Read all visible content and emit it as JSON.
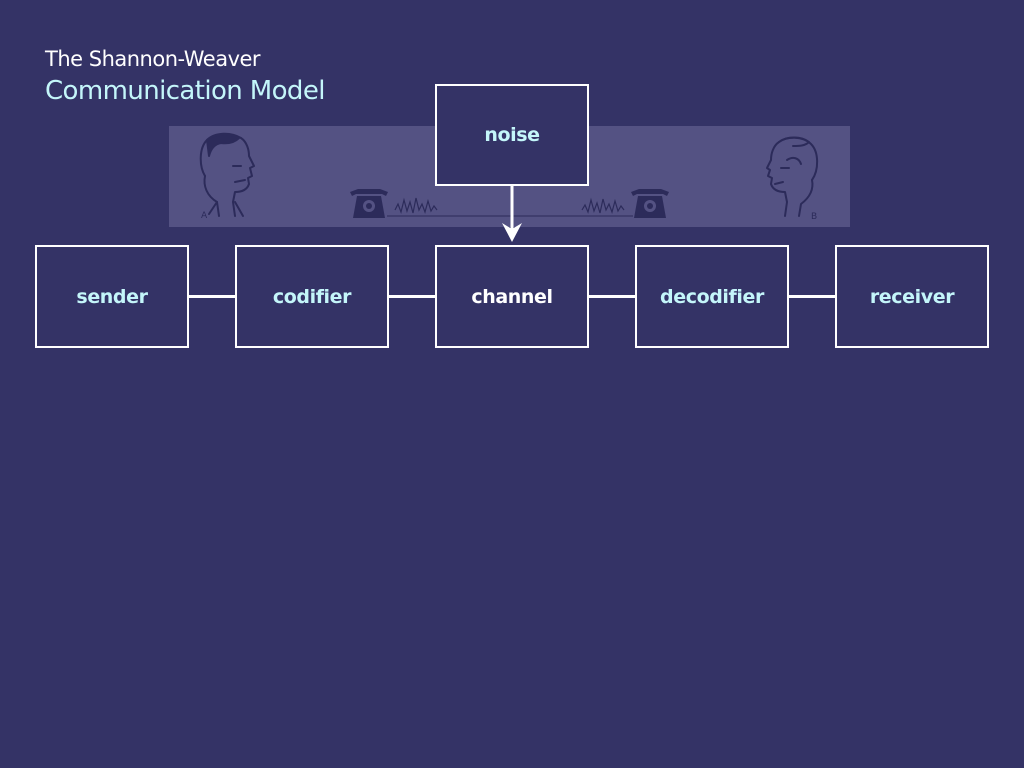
{
  "title": {
    "line1": "The Shannon-Weaver",
    "line2": "Communication Model"
  },
  "illustration": {
    "label_a": "A",
    "label_b": "B"
  },
  "noise": {
    "label": "noise"
  },
  "chain": {
    "sender": "sender",
    "codifier": "codifier",
    "channel": "channel",
    "decodifier": "decodifier",
    "receiver": "receiver"
  },
  "colors": {
    "background": "#343366",
    "label_cyan": "#c4f6fa",
    "box_border": "#ffffff",
    "illustration_panel": "#545283"
  }
}
